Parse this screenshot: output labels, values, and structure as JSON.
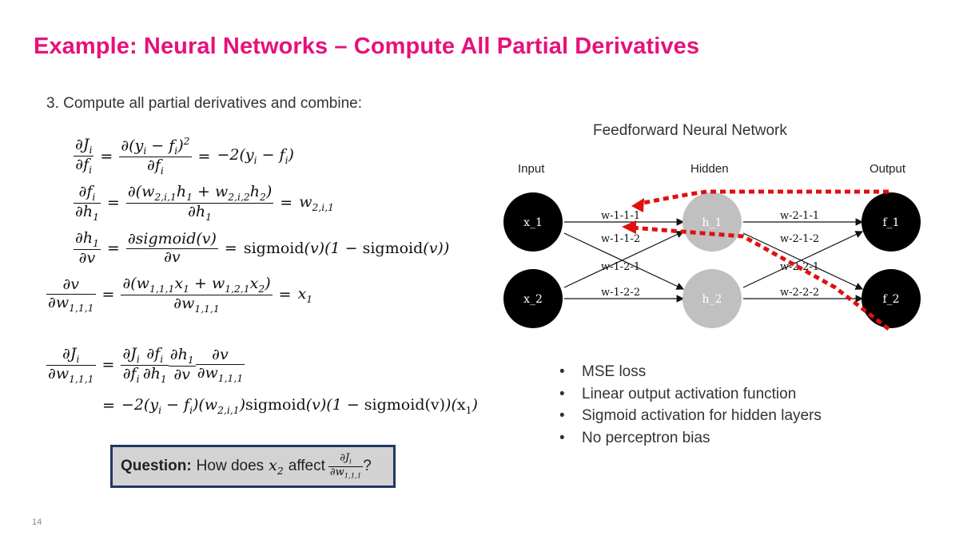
{
  "slide": {
    "title": "Example: Neural Networks – Compute All Partial Derivatives",
    "step_text": "3. Compute all partial derivatives and combine:",
    "page_number": "14"
  },
  "network": {
    "title": "Feedforward Neural Network",
    "layers": {
      "input": "Input",
      "hidden": "Hidden",
      "output": "Output"
    },
    "nodes": {
      "x1": "x_1",
      "x2": "x_2",
      "h1": "h_1",
      "h2": "h_2",
      "f1": "f_1",
      "f2": "f_2"
    },
    "weights": {
      "w111": "w-1-1-1",
      "w112": "w-1-1-2",
      "w121": "w-1-2-1",
      "w122": "w-1-2-2",
      "w211": "w-2-1-1",
      "w212": "w-2-1-2",
      "w221": "w-2-2-1",
      "w222": "w-2-2-2"
    },
    "colors": {
      "input_node": "#000000",
      "hidden_node": "#c0c0c0",
      "output_node": "#000000",
      "backprop_path": "#e01010"
    }
  },
  "bullets": [
    "MSE loss",
    "Linear output activation function",
    "Sigmoid activation for hidden layers",
    "No perceptron bias"
  ],
  "question": {
    "label": "Question:",
    "text_before": "How does",
    "text_middle": "affect",
    "text_after": "?"
  },
  "colors": {
    "title": "#e6117a",
    "question_border": "#1f3864",
    "question_bg": "#d3d3d3"
  }
}
